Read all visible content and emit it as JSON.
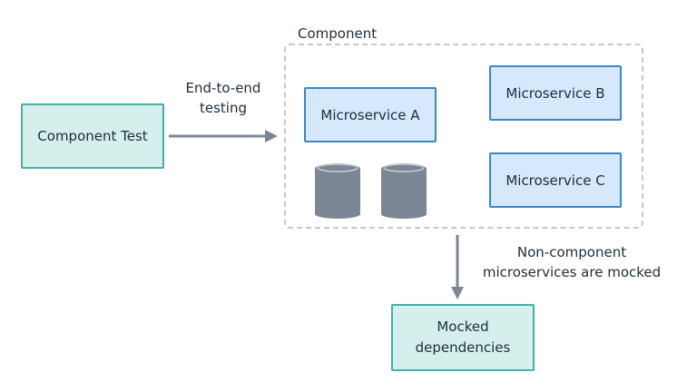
{
  "component_group": {
    "label": "Component"
  },
  "nodes": {
    "component_test": "Component Test",
    "microservice_a": "Microservice A",
    "microservice_b": "Microservice B",
    "microservice_c": "Microservice C",
    "mocked_dependencies": [
      "Mocked",
      "dependencies"
    ]
  },
  "edges": {
    "end_to_end": [
      "End-to-end",
      "testing"
    ],
    "non_component": [
      "Non-component",
      "microservices are mocked"
    ]
  },
  "databases": [
    {
      "icon": "database-icon"
    },
    {
      "icon": "database-icon"
    }
  ],
  "colors": {
    "teal_fill": "#d4efec",
    "teal_border": "#3fb3a6",
    "blue_fill": "#d6e8fb",
    "blue_border": "#3d86c8",
    "arrow": "#7b8794",
    "database": "#7b8794",
    "dashed_border": "#c4c8cc"
  }
}
